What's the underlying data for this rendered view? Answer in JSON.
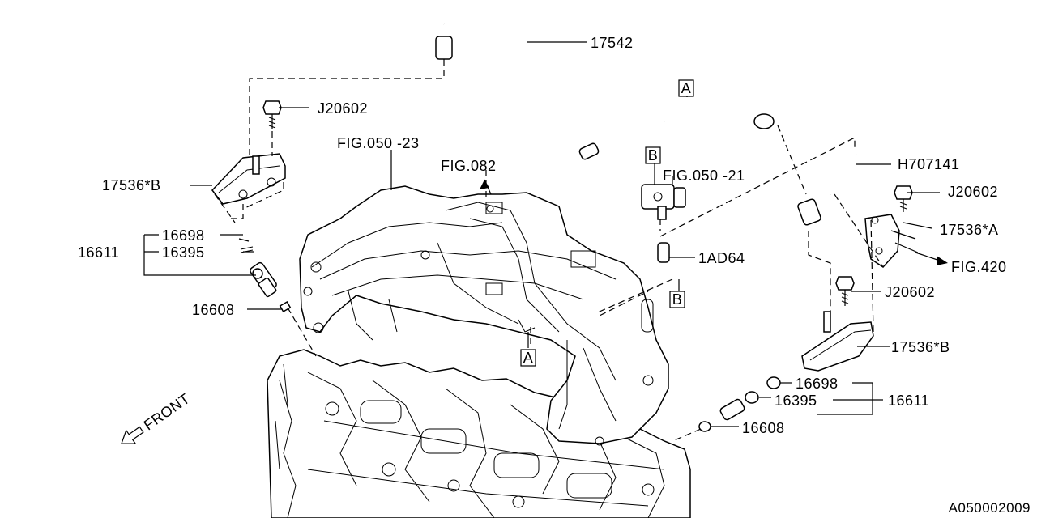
{
  "diagram_code": "A050002009",
  "front_marker": "FRONT",
  "refs": {
    "A": "A",
    "B": "B"
  },
  "labels": {
    "hose_17542": "17542",
    "bolt_top_left": "J20602",
    "fig_050_23": "FIG.050 -23",
    "fig_082": "FIG.082",
    "fig_050_21": "FIG.050 -21",
    "h707141": "H707141",
    "bolt_top_right": "J20602",
    "rail_b_left": "17536*B",
    "bracket_a": "17536*A",
    "fig_420": "FIG.420",
    "oring_left": "16698",
    "injector_left": "16611",
    "seal_left": "16395",
    "hose_1ad64": "1AD64",
    "bolt_mid_right": "J20602",
    "insulator_left": "16608",
    "rail_b_right": "17536*B",
    "oring_right": "16698",
    "seal_right": "16395",
    "injector_right": "16611",
    "insulator_right": "16608"
  }
}
